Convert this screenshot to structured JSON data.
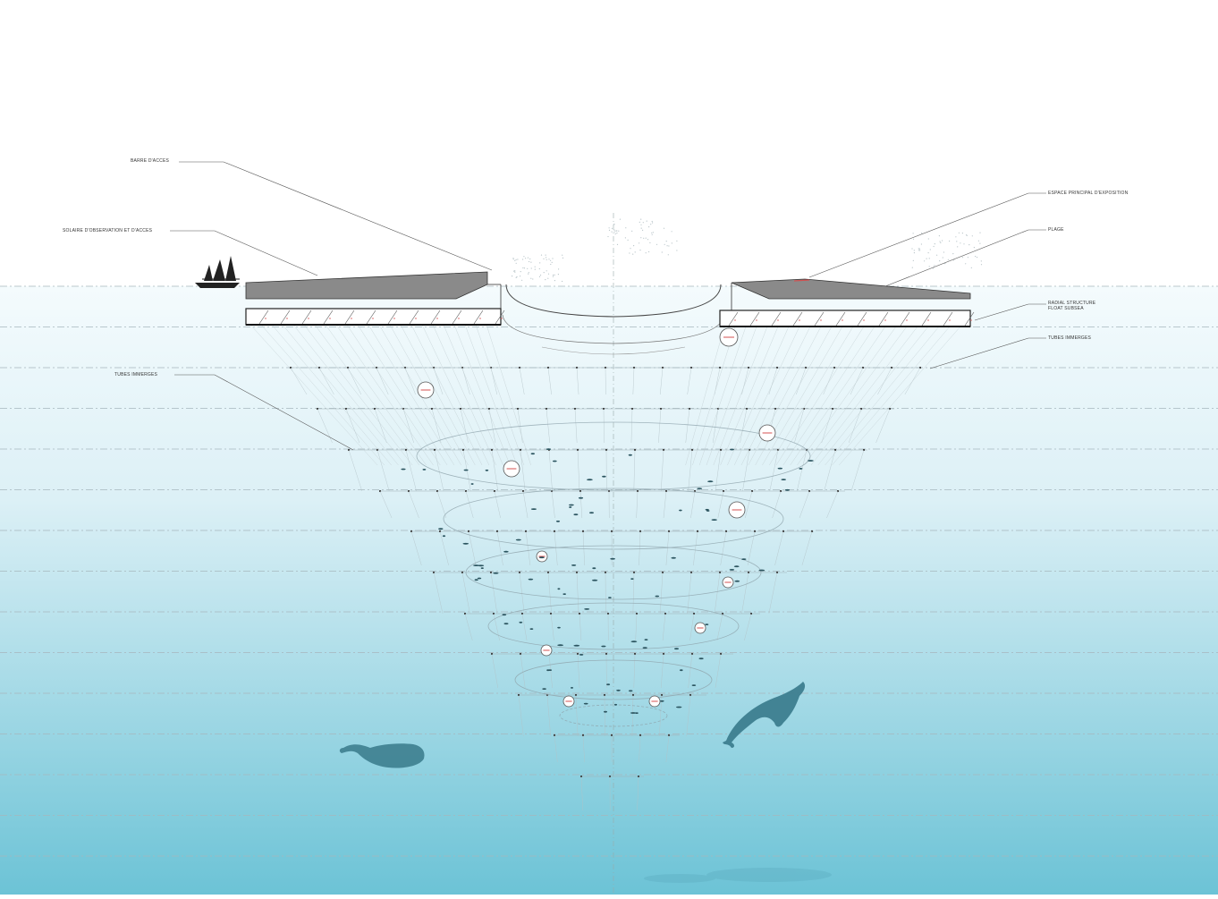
{
  "labels": {
    "top_left": "BARRE D'ACCES",
    "left_upper": "SOLAIRE D'OBSERVATION ET D'ACCES",
    "right_top": "ESPACE PRINCIPAL D'EXPOSITION",
    "right_second": "PLAGE",
    "right_third_line1": "RADIAL STRUCTURE",
    "right_third_line2": "FLOAT SUBSEA",
    "right_fourth": "TUBES IMMERGES",
    "left_lower": "TUBES IMMERGES"
  },
  "colors": {
    "sky": "#ffffff",
    "water_top": "#eef8fb",
    "water_bottom": "#6cc3d6",
    "roof": "#8a8a8a",
    "grid_line": "#a9b8bf",
    "leader_line": "#555555",
    "accent_red": "#d45050",
    "whale": "#3d7e8f",
    "ship": "#222222"
  }
}
